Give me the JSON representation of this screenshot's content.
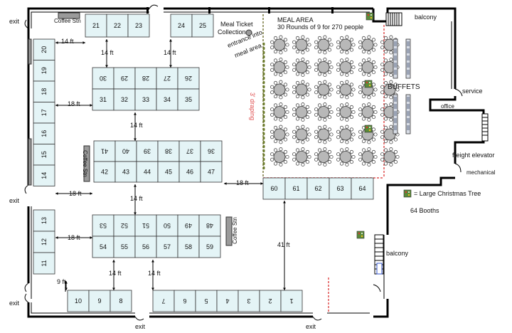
{
  "labels": {
    "exit": "exit",
    "coffee_station": "Coffee Stn",
    "meal_ticket": "Meal Ticket",
    "collection": "Collection",
    "meal_area_title": "MEAL AREA",
    "meal_area_sub": "30 Rounds of 9 for 270 people",
    "entrance_into": "entrance into",
    "meal_area": "meal area",
    "draping": "3' draping",
    "balcony": "balcony",
    "service": "service",
    "office": "office",
    "buffets": "BUFFETS",
    "freight_elevator": "freight elevator",
    "mechanical": "mechanical",
    "legend_tree": "= Large Christmas Tree",
    "booth_count": "64 Booths",
    "dim_14": "14 ft",
    "dim_18": "18 ft",
    "dim_9": "9 ft",
    "dim_41": "41 ft"
  },
  "booths": {
    "top_row": [
      "21",
      "22",
      "23"
    ],
    "top_row2": [
      "24",
      "25"
    ],
    "left_column": [
      "20",
      "19",
      "18",
      "17",
      "16",
      "15",
      "14"
    ],
    "left_lower": [
      "13",
      "12",
      "11"
    ],
    "block1_upper": [
      "30",
      "29",
      "28",
      "27",
      "26"
    ],
    "block1_lower": [
      "31",
      "32",
      "33",
      "34",
      "35"
    ],
    "block2_upper": [
      "41",
      "40",
      "39",
      "38",
      "37",
      "36"
    ],
    "block2_lower": [
      "42",
      "43",
      "44",
      "45",
      "46",
      "47"
    ],
    "block3_upper": [
      "53",
      "52",
      "51",
      "50",
      "49",
      "48"
    ],
    "block3_lower": [
      "54",
      "55",
      "56",
      "57",
      "58",
      "59"
    ],
    "meal_row": [
      "60",
      "61",
      "62",
      "63",
      "64"
    ],
    "bottom_left": [
      "10",
      "9",
      "8"
    ],
    "bottom_right": [
      "7",
      "6",
      "5",
      "4",
      "3",
      "2",
      "1"
    ]
  },
  "colors": {
    "booth_fill": "#e4f4f6",
    "booth_stroke": "#333333",
    "wall": "#000000",
    "draping": "#e05050",
    "table_fill": "#b8b8b8",
    "tree": "#5a8a3a"
  },
  "meal_tables": {
    "rows": 6,
    "cols": 6
  }
}
